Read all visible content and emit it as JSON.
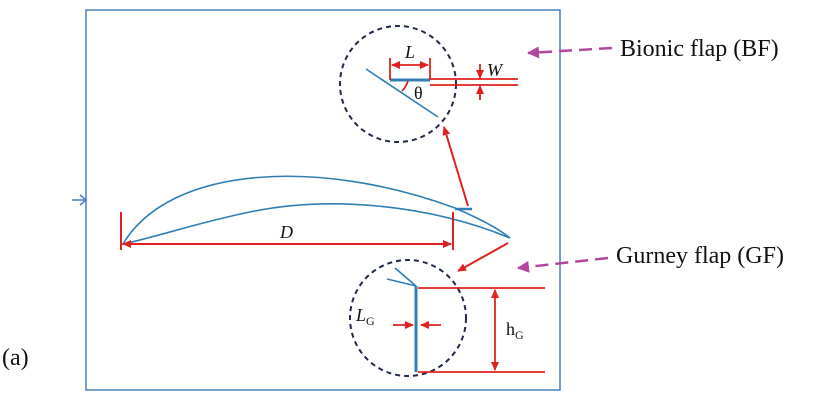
{
  "panel_label": "(a)",
  "callouts": {
    "bionic": "Bionic flap (BF)",
    "gurney": "Gurney flap (GF)"
  },
  "dimensions": {
    "D": "D",
    "L": "L",
    "W": "W",
    "theta": "θ",
    "LG_main": "L",
    "LG_sub": "G",
    "hG_main": "h",
    "hG_sub": "G"
  },
  "colors": {
    "frame": "#4a7fc1",
    "airfoil": "#2f7fb5",
    "dimension": "#e0211f",
    "callout_arrow": "#b0479a",
    "circle": "#1f2a4a"
  }
}
